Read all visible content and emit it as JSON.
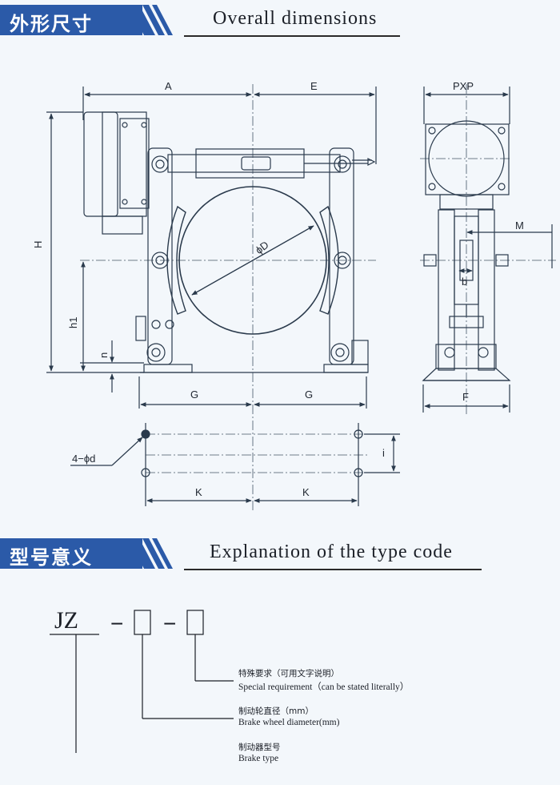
{
  "overall": {
    "title_cn": "外形尺寸",
    "title_en": "Overall dimensions",
    "labels": {
      "A": "A",
      "E": "E",
      "PXP": "PXP",
      "H": "H",
      "h1": "h1",
      "n": "n",
      "D": "ϕD",
      "M": "M",
      "b": "b",
      "G_left": "G",
      "G_right": "G",
      "F": "F",
      "holes": "4−ϕd",
      "i": "i",
      "K_left": "K",
      "K_right": "K"
    }
  },
  "typecode": {
    "title_cn": "型号意义",
    "title_en": "Explanation of the type code",
    "code_prefix": "JZ",
    "dash1": "−",
    "dash2": "−",
    "items": [
      {
        "cn": "特殊要求（可用文字说明）",
        "en": "Special requirement（can be stated literally）"
      },
      {
        "cn": "制动轮直径（mm）",
        "en": "Brake wheel diameter(mm)"
      },
      {
        "cn": "制动器型号",
        "en": "Brake type"
      }
    ]
  },
  "colors": {
    "accent": "#2b5aa8",
    "line": "#2a3a4c",
    "centerline": "#445566"
  }
}
